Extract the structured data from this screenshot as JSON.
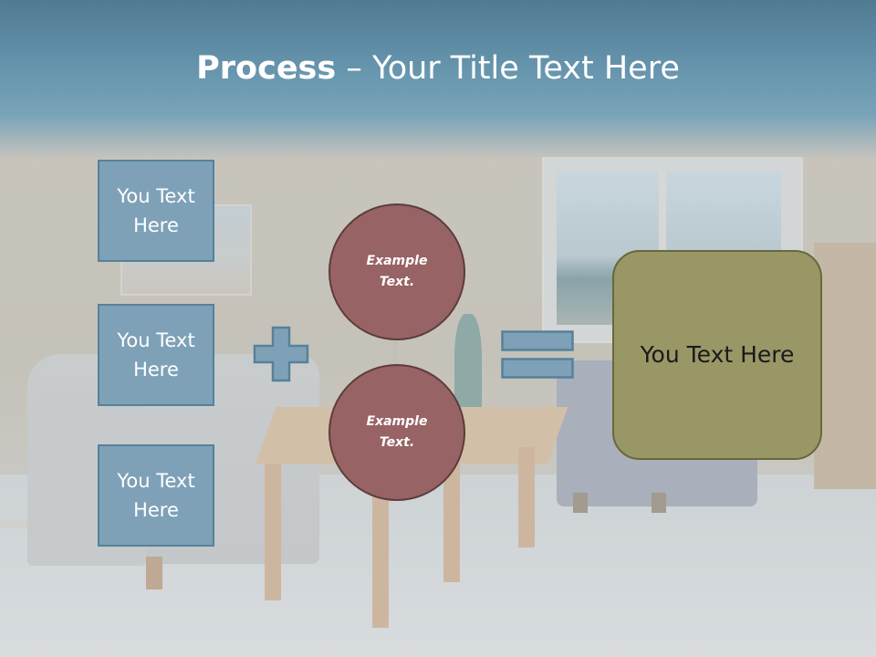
{
  "slide": {
    "title_bold": "Process",
    "title_rest": " – Your Title Text Here",
    "left_boxes": [
      "You Text Here",
      "You Text Here",
      "You Text Here"
    ],
    "circles": [
      "Example Text.",
      "Example Text."
    ],
    "plus_icon": "plus-icon",
    "equals_icon": "equals-icon",
    "result_text": "You Text Here"
  },
  "colors": {
    "title_band": "#6796ae",
    "box_fill": "#7ea1b8",
    "circle_fill": "#986364",
    "result_fill": "#999766"
  }
}
